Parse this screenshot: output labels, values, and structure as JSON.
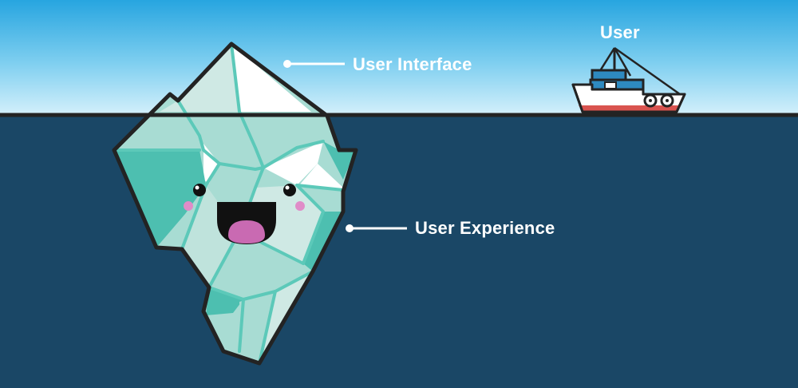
{
  "labels": {
    "user": "User",
    "user_interface": "User Interface",
    "user_experience": "User Experience"
  },
  "colors": {
    "sky_top": "#2aa6e0",
    "sky_bottom": "#cfeefa",
    "water": "#1a4766",
    "outline": "#232323",
    "ice_teal": "#4dbfb0",
    "ice_light": "#a8dcd3",
    "ice_pale": "#cfe9e4",
    "ice_white": "#ffffff",
    "ice_crack": "#5cc9b9",
    "mouth": "#111111",
    "tongue": "#c96ab2",
    "cheek": "#e08cc8",
    "boat_hull": "#ffffff",
    "boat_stripe": "#d9534f",
    "boat_cabin": "#2e8ac0",
    "leader_line": "#ffffff"
  }
}
